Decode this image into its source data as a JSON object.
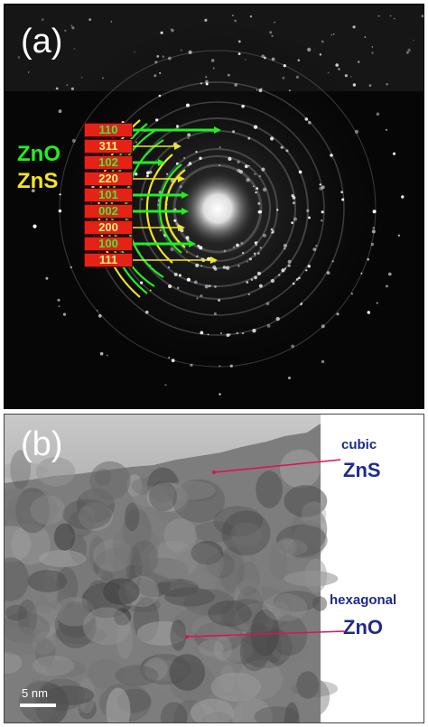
{
  "panel_a": {
    "letter": "(a)",
    "legend": [
      {
        "label": "ZnO",
        "color": "#22ee22"
      },
      {
        "label": "ZnS",
        "color": "#f2e620"
      }
    ],
    "reflections": [
      {
        "hkl": "110",
        "phase": "ZnO"
      },
      {
        "hkl": "311",
        "phase": "ZnS"
      },
      {
        "hkl": "102",
        "phase": "ZnO"
      },
      {
        "hkl": "220",
        "phase": "ZnS"
      },
      {
        "hkl": "101",
        "phase": "ZnO"
      },
      {
        "hkl": "002",
        "phase": "ZnO"
      },
      {
        "hkl": "200",
        "phase": "ZnS"
      },
      {
        "hkl": "100",
        "phase": "ZnO"
      },
      {
        "hkl": "111",
        "phase": "ZnS"
      }
    ]
  },
  "panel_b": {
    "letter": "(b)",
    "annotations": [
      {
        "line1": "cubic",
        "line2": "ZnS"
      },
      {
        "line1": "hexagonal",
        "line2": "ZnO"
      }
    ],
    "scale_bar": "5 nm"
  },
  "colors": {
    "zno": "#22ee22",
    "zns": "#f2e620",
    "hkl_box": "#e52218",
    "pointer": "#e0105a",
    "caption": "#1e2a8a"
  }
}
